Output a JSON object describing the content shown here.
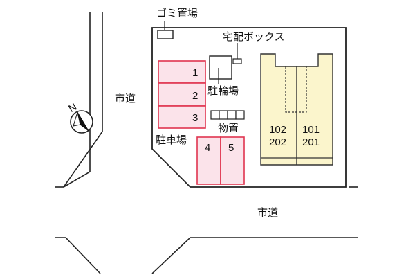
{
  "labels": {
    "garbage": "ゴミ置場",
    "delivery_box": "宅配ボックス",
    "bicycle_parking": "駐輪場",
    "storage": "物置",
    "parking": "駐車場",
    "street_left": "市道",
    "street_bottom": "市道",
    "compass_north": "N"
  },
  "parking_spaces": [
    "1",
    "2",
    "3",
    "4",
    "5"
  ],
  "units": {
    "left": {
      "upper": "102",
      "lower": "202"
    },
    "right": {
      "upper": "101",
      "lower": "201"
    }
  },
  "colors": {
    "parking_fill": "#fbe3ea",
    "parking_stroke": "#e0344f",
    "building_fill": "#fbf5cc",
    "building_stroke": "#333333",
    "line": "#222222"
  }
}
